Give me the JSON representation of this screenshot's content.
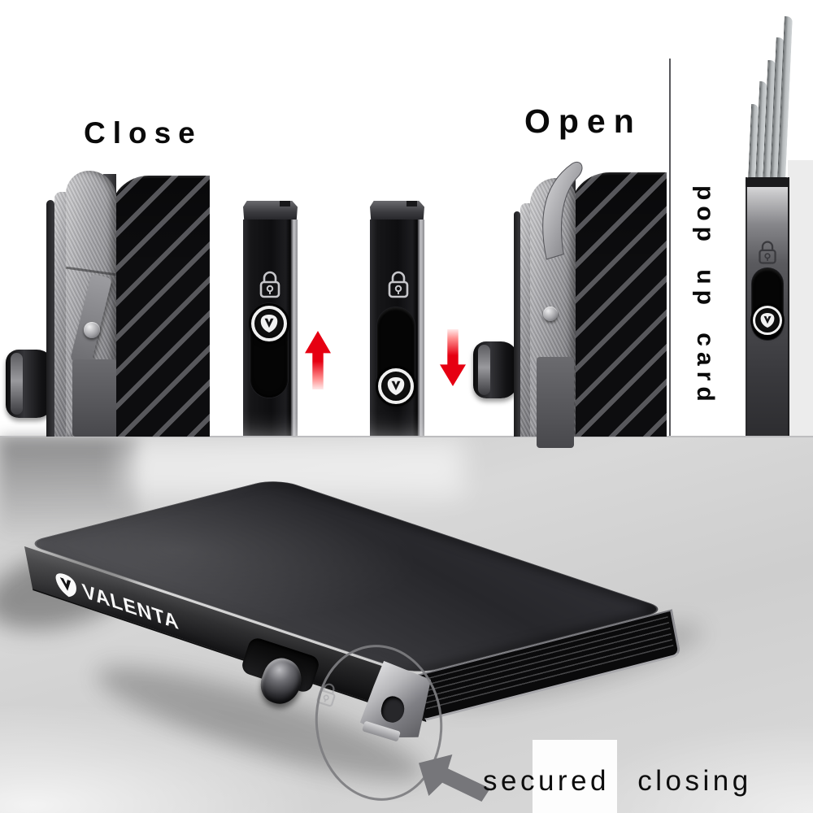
{
  "labels": {
    "close": "Close",
    "open": "Open",
    "pop_up_card": "pop up card",
    "secured_closing": "secured closing"
  },
  "brand": {
    "name": "VALENTA"
  },
  "icons": {
    "lock_left_slider": "padlock-outline",
    "lock_right_slider": "padlock-outline",
    "lock_right_bar": "padlock-outline",
    "lock_etched_on_case": "padlock-outline-etched",
    "brand_mark": "valenta-shield",
    "slide_up": "red-up-arrow",
    "slide_down": "red-down-arrow",
    "annotation_arrow": "gray-arrow",
    "annotation_circle": "gray-ellipse"
  },
  "colors": {
    "arrow_red": "#e60012",
    "annotation_gray": "#7d7d80",
    "bottom_background": "#d3d3d3",
    "case_dark": "#2c2c30"
  }
}
